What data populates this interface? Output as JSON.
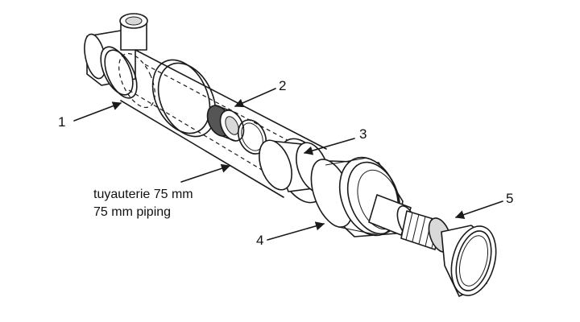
{
  "callouts": [
    {
      "id": "1",
      "label": "1"
    },
    {
      "id": "2",
      "label": "2"
    },
    {
      "id": "3",
      "label": "3"
    },
    {
      "id": "4",
      "label": "4"
    },
    {
      "id": "5",
      "label": "5"
    }
  ],
  "caption": {
    "line1": "tuyauterie 75 mm",
    "line2": "75 mm piping"
  }
}
